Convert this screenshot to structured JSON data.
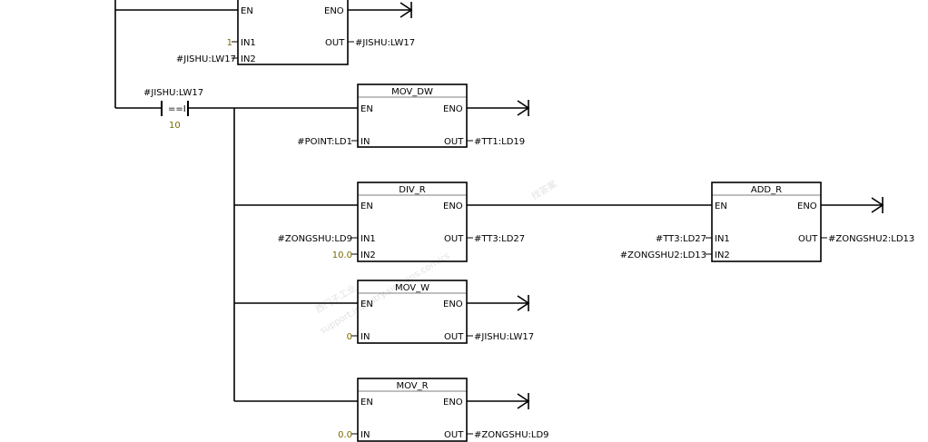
{
  "colors": {
    "wire": "#000000",
    "constant": "#7a6a00",
    "watermark": "#c9c9c9"
  },
  "watermark": {
    "brand": "西门子工业",
    "site": "support.industry.siemens.com/cs",
    "slogan": "找答案"
  },
  "blocks": {
    "top": {
      "title": "",
      "en": "EN",
      "eno": "ENO",
      "in1": "IN1",
      "in2": "IN2",
      "out": "OUT",
      "in1_value": "1",
      "in2_value": "#JISHU:LW17",
      "out_value": "#JISHU:LW17"
    },
    "mov_dw": {
      "title": "MOV_DW",
      "en": "EN",
      "eno": "ENO",
      "in": "IN",
      "out": "OUT",
      "in_value": "#POINT:LD1",
      "out_value": "#TT1:LD19"
    },
    "div_r": {
      "title": "DIV_R",
      "en": "EN",
      "eno": "ENO",
      "in1": "IN1",
      "in2": "IN2",
      "out": "OUT",
      "in1_value": "#ZONGSHU:LD9",
      "in2_value": "10.0",
      "out_value": "#TT3:LD27"
    },
    "add_r": {
      "title": "ADD_R",
      "en": "EN",
      "eno": "ENO",
      "in1": "IN1",
      "in2": "IN2",
      "out": "OUT",
      "in1_value": "#TT3:LD27",
      "in2_value": "#ZONGSHU2:LD13",
      "out_value": "#ZONGSHU2:LD13"
    },
    "mov_w": {
      "title": "MOV_W",
      "en": "EN",
      "eno": "ENO",
      "in": "IN",
      "out": "OUT",
      "in_value": "0",
      "out_value": "#JISHU:LW17"
    },
    "mov_r": {
      "title": "MOV_R",
      "en": "EN",
      "eno": "ENO",
      "in": "IN",
      "out": "OUT",
      "in_value": "0.0",
      "out_value": "#ZONGSHU:LD9"
    }
  },
  "compare_contact": {
    "operand": "#JISHU:LW17",
    "symbol": "==I",
    "constant": "10"
  }
}
